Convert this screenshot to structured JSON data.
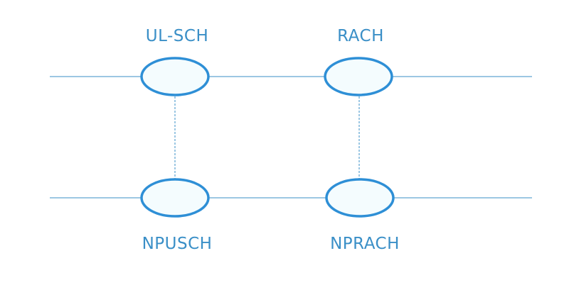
{
  "colors": {
    "line": "#3a8fc7",
    "node_stroke": "#2e8fd6",
    "node_fill": "#f4fcfe",
    "label": "#3a8fc7"
  },
  "diagram": {
    "nodes": {
      "ul_sch": "UL-SCH",
      "rach": "RACH",
      "npusch": "NPUSCH",
      "nprach": "NPRACH"
    }
  }
}
